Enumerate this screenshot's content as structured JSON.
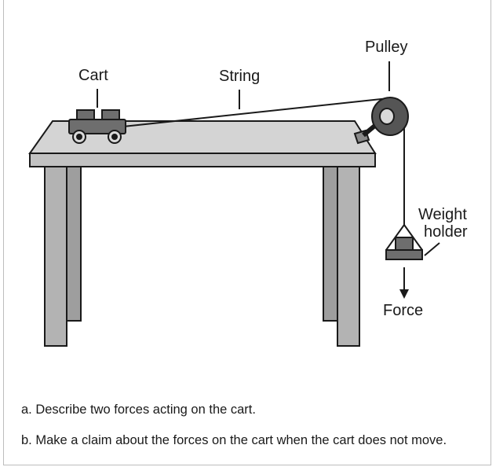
{
  "diagram": {
    "labels": {
      "cart": "Cart",
      "string": "String",
      "pulley": "Pulley",
      "weight_holder_line1": "Weight",
      "weight_holder_line2": "holder",
      "force": "Force"
    },
    "colors": {
      "table_top": "#d4d4d4",
      "table_leg": "#b3b3b3",
      "outline": "#1a1a1a",
      "cart_body": "#6e6e6e",
      "pulley": "#555555"
    }
  },
  "questions": {
    "a": "a. Describe two forces acting on the cart.",
    "b": "b. Make a claim about the forces on the cart when the cart does not move."
  }
}
